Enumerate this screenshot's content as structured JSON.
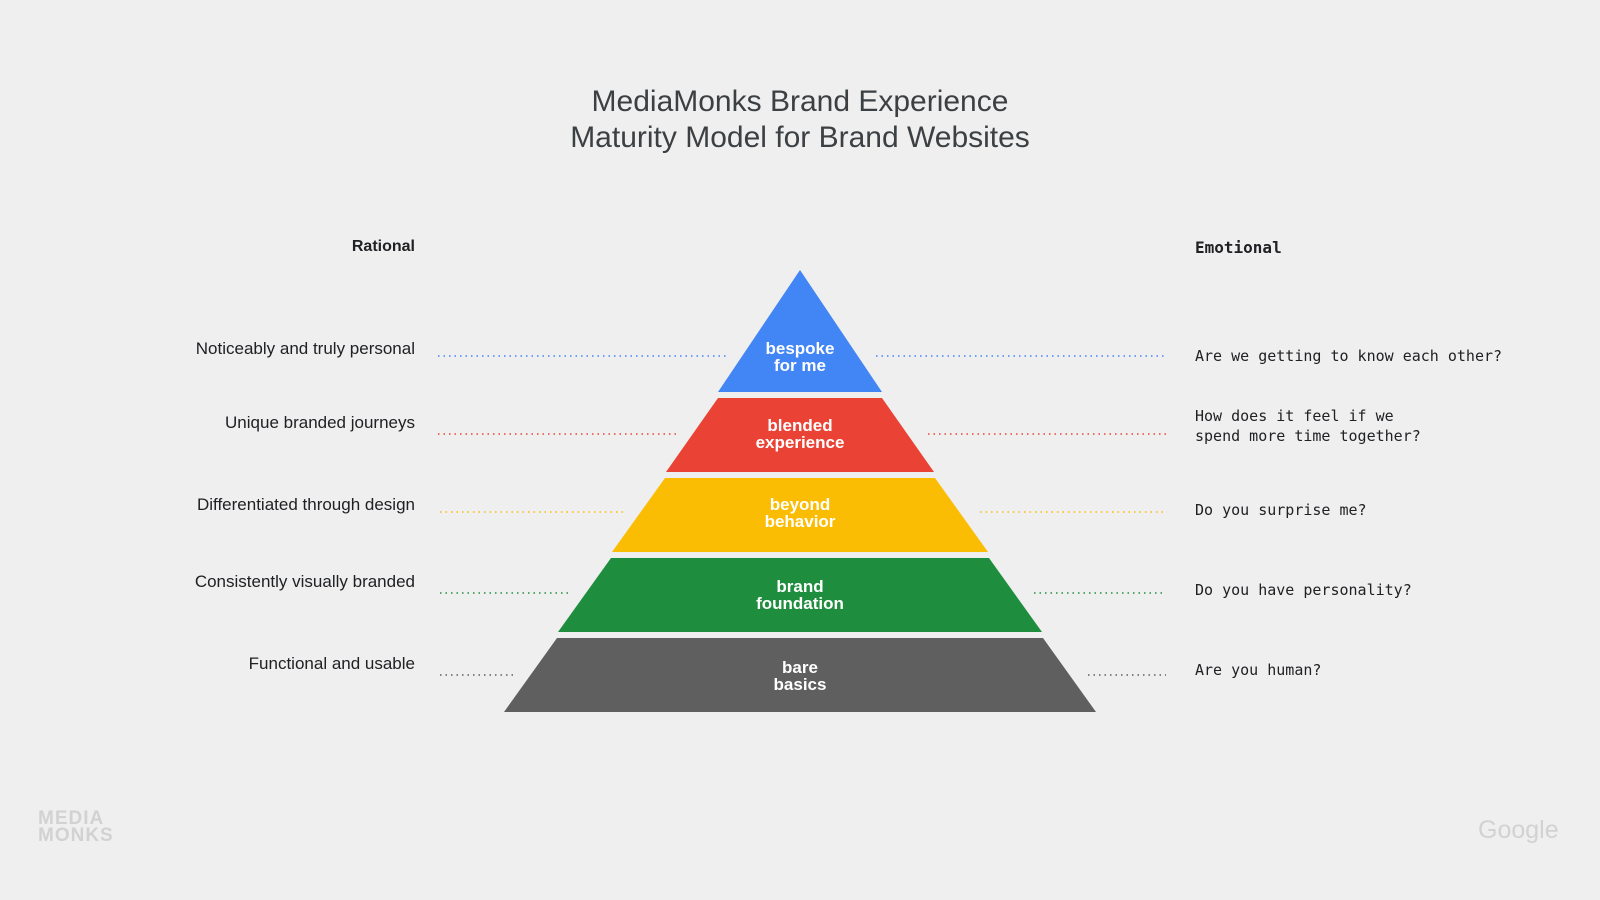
{
  "title": {
    "line1": "MediaMonks Brand Experience",
    "line2": "Maturity Model for Brand Websites"
  },
  "columns": {
    "left": "Rational",
    "right": "Emotional"
  },
  "layers": [
    {
      "line1": "bespoke",
      "line2": "for me",
      "color": "#4285f4",
      "rational": "Noticeably and truly personal",
      "emotional": "Are we getting to know each other?"
    },
    {
      "line1": "blended",
      "line2": "experience",
      "color": "#ea4335",
      "rational": "Unique branded journeys",
      "emotional": "How does it feel if we\nspend more time together?"
    },
    {
      "line1": "beyond",
      "line2": "behavior",
      "color": "#fbbc04",
      "rational": "Differentiated through design",
      "emotional": "Do you surprise me?"
    },
    {
      "line1": "brand",
      "line2": "foundation",
      "color": "#1e8e3e",
      "rational": "Consistently visually branded",
      "emotional": "Do you have personality?"
    },
    {
      "line1": "bare",
      "line2": "basics",
      "color": "#5f5f5f",
      "rational": "Functional and usable",
      "emotional": "Are you human?"
    }
  ],
  "logos": {
    "left_line1": "MEDIA",
    "left_line2": "MONKS",
    "right": "Google"
  }
}
